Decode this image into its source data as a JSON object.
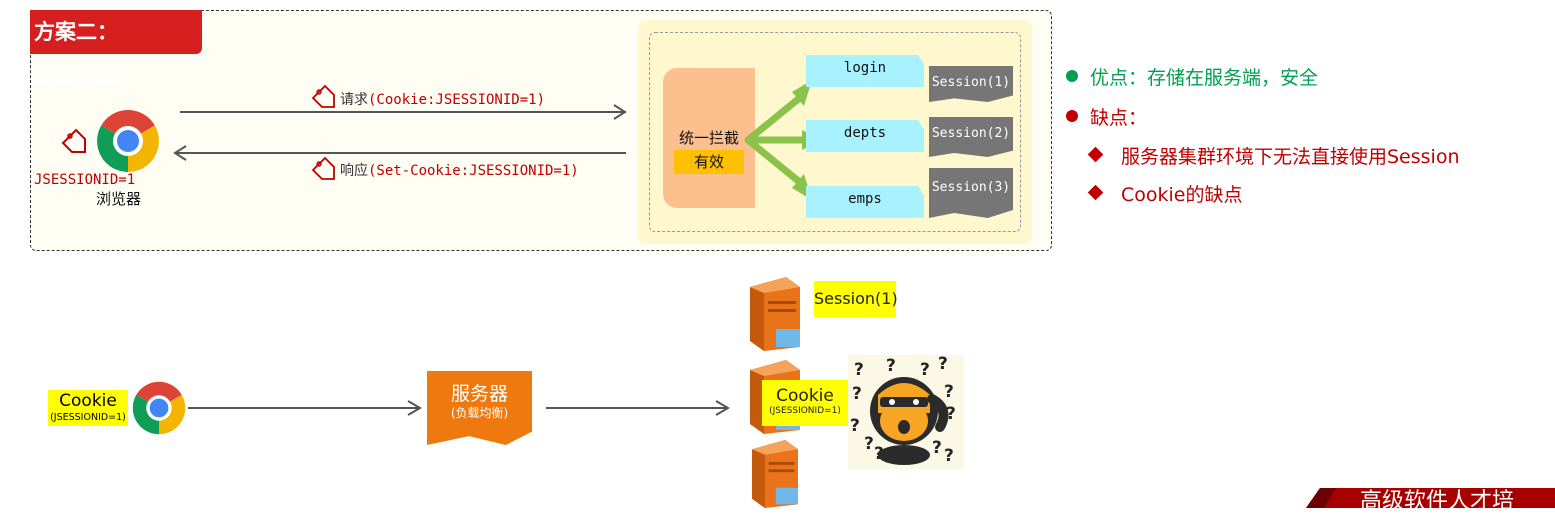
{
  "scheme": {
    "title": "方案二：Session",
    "request_label": "请求",
    "request_code": "(Cookie:JSESSIONID=1)",
    "response_label": "响应",
    "response_code": "(Set-Cookie:JSESSIONID=1)",
    "browser_cookie": "JSESSIONID=1",
    "browser_label": "浏览器",
    "interceptor_label": "统一拦截",
    "interceptor_status": "有效",
    "endpoints": [
      "login",
      "depts",
      "emps"
    ],
    "sessions": [
      "Session(1)",
      "Session(2)",
      "Session(3)"
    ]
  },
  "pros_cons": {
    "pro": "优点：存储在服务端，安全",
    "con": "缺点：",
    "con_items": [
      "服务器集群环境下无法直接使用Session",
      "Cookie的缺点"
    ],
    "colors": {
      "pro": "#00a050",
      "con": "#c00000"
    }
  },
  "cluster": {
    "client_cookie": "Cookie",
    "client_cookie_sub": "(JSESSIONID=1)",
    "lb_title": "服务器",
    "lb_sub": "(负载均衡)",
    "server1_session": "Session(1)",
    "server2_cookie": "Cookie",
    "server2_cookie_sub": "(JSESSIONID=1)"
  },
  "footer": {
    "brand": "高级软件人才培"
  },
  "icons": [
    "tag-icon",
    "chrome-icon",
    "server-icon",
    "confused-monkey-icon",
    "question-mark-icon"
  ]
}
